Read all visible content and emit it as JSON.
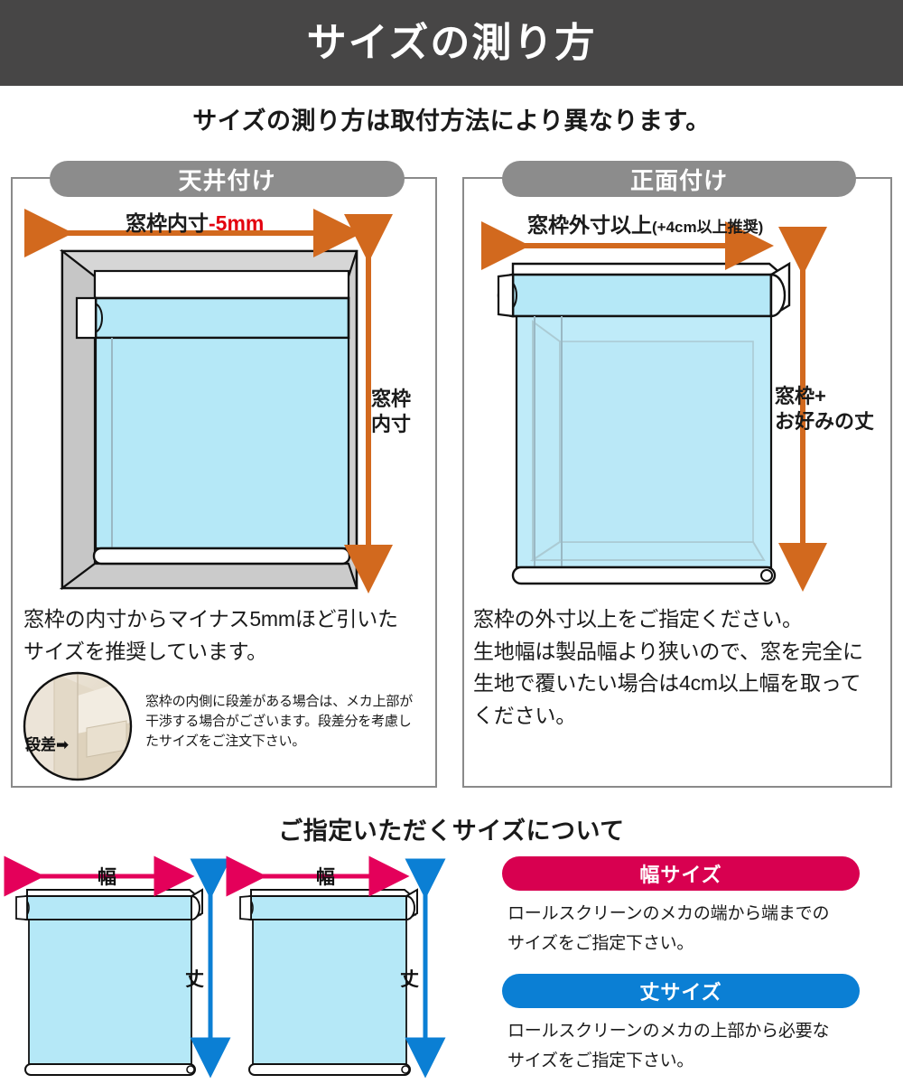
{
  "header": {
    "title": "サイズの測り方"
  },
  "subtitle": "サイズの測り方は取付方法により異なります。",
  "panels": [
    {
      "tab_label": "天井付け",
      "width_label_main": "窓枠内寸",
      "width_label_accent": "-5mm",
      "width_label_suffix": "",
      "height_label_line1": "窓枠",
      "height_label_line2": "内寸",
      "body_line1": "窓枠の内寸からマイナス5mmほど引いた",
      "body_line2": "サイズを推奨しています。",
      "photo_caption": "段差",
      "photo_arrow": "➡",
      "note_line1": "窓枠の内側に段差がある場合は、メカ上部が",
      "note_line2": "干渉する場合がございます。段差分を考慮し",
      "note_line3": "たサイズをご注文下さい。"
    },
    {
      "tab_label": "正面付け",
      "width_label_main": "窓枠外寸以上",
      "width_label_accent": "",
      "width_label_suffix": "(+4cm以上推奨)",
      "height_label_line1": "窓枠+",
      "height_label_line2": "お好みの丈",
      "body_line1": "窓枠の外寸以上をご指定ください。",
      "body_line2": "生地幅は製品幅より狭いので、窓を完全に",
      "body_line3": "生地で覆いたい場合は4cm以上幅を取って",
      "body_line4": "ください。"
    }
  ],
  "bottom": {
    "section_title": "ご指定いただくサイズについて",
    "mini_diagrams": [
      {
        "width_label": "幅",
        "height_label": "丈"
      },
      {
        "width_label": "幅",
        "height_label": "丈"
      }
    ],
    "items": [
      {
        "badge": "幅サイズ",
        "badge_color": "#d80050",
        "copy_line1": "ロールスクリーンのメカの端から端までの",
        "copy_line2": "サイズをご指定下さい。"
      },
      {
        "badge": "丈サイズ",
        "badge_color": "#0b7fd4",
        "copy_line1": "ロールスクリーンのメカの上部から必要な",
        "copy_line2": "サイズをご指定下さい。"
      }
    ]
  },
  "colors": {
    "header_bg": "#474646",
    "tab_bg": "#8c8c8c",
    "arrow_orange": "#d2691e",
    "arrow_pink": "#e4005a",
    "arrow_blue": "#0b7fd4",
    "screen_blue": "#b5e8f7",
    "frame_gray": "#cfcfcf",
    "accent_red": "#e3000f"
  }
}
